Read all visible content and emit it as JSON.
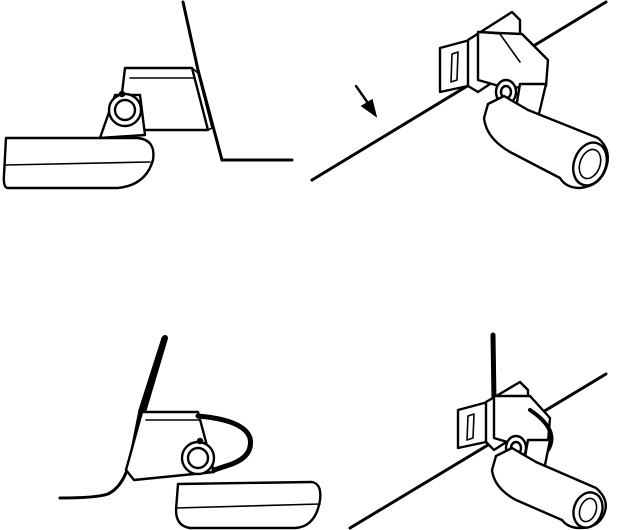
{
  "figure": {
    "panels": [
      {
        "id": "top-left",
        "view": "side",
        "cable": "without-loop"
      },
      {
        "id": "top-right",
        "view": "perspective",
        "cable": "without-loop",
        "arrow": true
      },
      {
        "id": "bottom-left",
        "view": "side",
        "cable": "with-loop"
      },
      {
        "id": "bottom-right",
        "view": "perspective",
        "cable": "with-loop"
      }
    ],
    "colors": {
      "ink": "#000000",
      "background": "#ffffff"
    }
  }
}
